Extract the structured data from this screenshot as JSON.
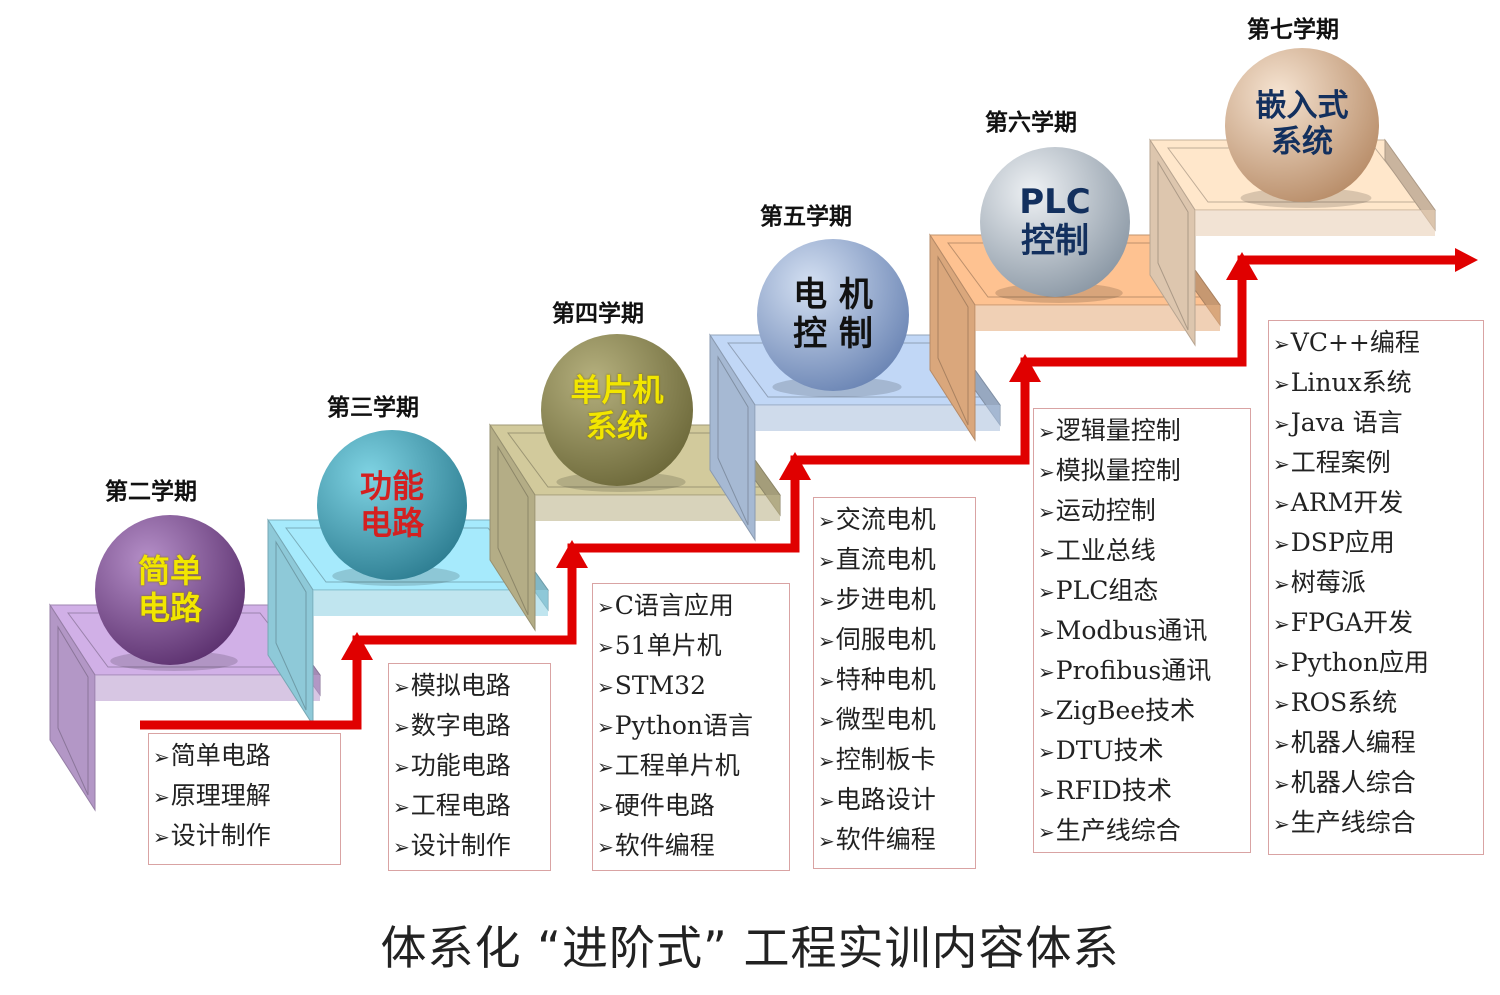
{
  "stages": [
    {
      "semester": "第二学期",
      "title_lines": [
        "简单",
        "电路"
      ],
      "items": [
        "简单电路",
        "原理理解",
        "设计制作"
      ],
      "step_color": "#c7a8dc",
      "ball_color": "#7b4f8f",
      "text_color": "#f2e600"
    },
    {
      "semester": "第三学期",
      "title_lines": [
        "功能",
        "电路"
      ],
      "items": [
        "模拟电路",
        "数字电路",
        "功能电路",
        "工程电路",
        "设计制作"
      ],
      "step_color": "#9edff0",
      "ball_color": "#4aa9bf",
      "text_color": "#d42020"
    },
    {
      "semester": "第四学期",
      "title_lines": [
        "单片机",
        "系统"
      ],
      "items": [
        "C语言应用",
        "51单片机",
        "STM32",
        "Python语言",
        "工程单片机",
        "硬件电路",
        "软件编程"
      ],
      "step_color": "#c8c095",
      "ball_color": "#8f8a55",
      "text_color": "#f2e600"
    },
    {
      "semester": "第五学期",
      "title_lines": [
        "电 机",
        "控 制"
      ],
      "items": [
        "交流电机",
        "直流电机",
        "步进电机",
        "伺服电机",
        "特种电机",
        "微型电机",
        "控制板卡",
        "电路设计",
        "软件编程"
      ],
      "step_color": "#b8cdea",
      "ball_color": "#8ea6cf",
      "text_color": "#111111"
    },
    {
      "semester": "第六学期",
      "title_lines": [
        "PLC",
        "控制"
      ],
      "items": [
        "逻辑量控制",
        "模拟量控制",
        "运动控制",
        "工业总线",
        "PLC组态",
        "Modbus通讯",
        "Profibus通讯",
        "ZigBee技术",
        "DTU技术",
        "RFID技术",
        "生产线综合"
      ],
      "step_color": "#f2b98a",
      "ball_color": "#b8c2cc",
      "text_color": "#13305e"
    },
    {
      "semester": "第七学期",
      "title_lines": [
        "嵌入式",
        "系统"
      ],
      "items": [
        "VC++编程",
        "Linux系统",
        "Java 语言",
        "工程案例",
        "ARM开发",
        "DSP应用",
        "树莓派",
        "FPGA开发",
        "Python应用",
        "ROS系统",
        "机器人编程",
        "机器人综合",
        "生产线综合"
      ],
      "step_color": "#f5dcc1",
      "ball_color": "#d9b594",
      "text_color": "#13305e"
    }
  ],
  "caption": "体系化 “进阶式” 工程实训内容体系",
  "arrow_color": "#e00000",
  "bullet_glyph": "➢"
}
